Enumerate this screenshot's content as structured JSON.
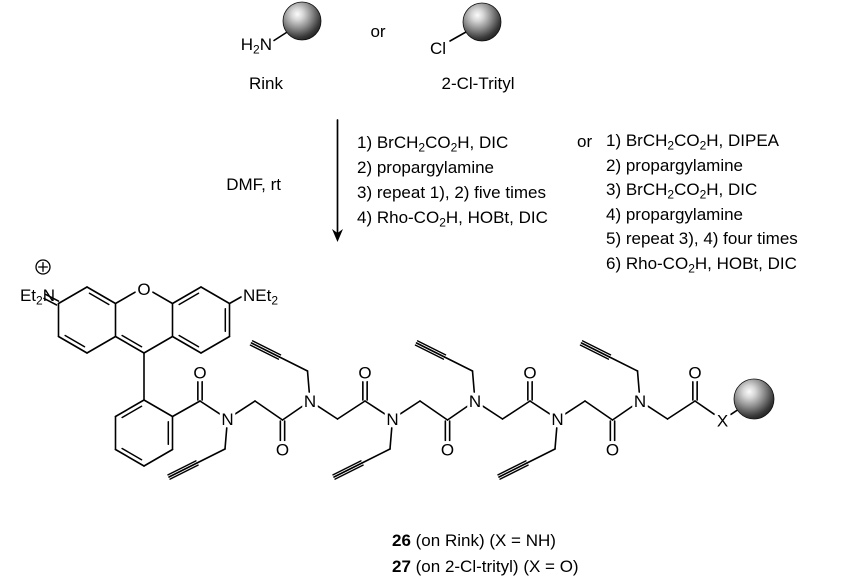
{
  "scheme": {
    "resins": {
      "h2n": [
        {
          "t": "H"
        },
        {
          "t": "2",
          "s": 1
        },
        {
          "t": "N"
        }
      ],
      "rink_label": "Rink",
      "or": "or",
      "cl": "Cl",
      "trityl_label": "2-Cl-Trityl"
    },
    "reaction": {
      "solvent": "DMF, rt",
      "or": "or",
      "route1": [
        [
          {
            "t": "1) BrCH"
          },
          {
            "t": "2",
            "s": 1
          },
          {
            "t": "CO"
          },
          {
            "t": "2",
            "s": 1
          },
          {
            "t": "H, DIC"
          }
        ],
        [
          {
            "t": "2) propargylamine"
          }
        ],
        [
          {
            "t": "3) repeat 1), 2) five times"
          }
        ],
        [
          {
            "t": "4) Rho-CO"
          },
          {
            "t": "2",
            "s": 1
          },
          {
            "t": "H, HOBt, DIC"
          }
        ]
      ],
      "route2": [
        [
          {
            "t": "1) BrCH"
          },
          {
            "t": "2",
            "s": 1
          },
          {
            "t": "CO"
          },
          {
            "t": "2",
            "s": 1
          },
          {
            "t": "H, DIPEA"
          }
        ],
        [
          {
            "t": "2) propargylamine"
          }
        ],
        [
          {
            "t": "3) BrCH"
          },
          {
            "t": "2",
            "s": 1
          },
          {
            "t": "CO"
          },
          {
            "t": "2",
            "s": 1
          },
          {
            "t": "H, DIC"
          }
        ],
        [
          {
            "t": "4) propargylamine"
          }
        ],
        [
          {
            "t": "5) repeat 3), 4) four times"
          }
        ],
        [
          {
            "t": "6) Rho-CO"
          },
          {
            "t": "2",
            "s": 1
          },
          {
            "t": "H, HOBt, DIC"
          }
        ]
      ]
    },
    "structure": {
      "atoms": {
        "n": "N",
        "o": "O",
        "x": "X"
      },
      "et2n": [
        {
          "t": "Et"
        },
        {
          "t": "2",
          "s": 1
        },
        {
          "t": "N"
        }
      ],
      "net2": [
        {
          "t": "NEt"
        },
        {
          "t": "2",
          "s": 1
        }
      ]
    },
    "products": [
      {
        "number": "26",
        "rest": " (on Rink) (X = NH)"
      },
      {
        "number": "27",
        "rest": " (on 2-Cl-trityl) (X = O)"
      }
    ]
  },
  "colors": {
    "ink": "#000000",
    "background": "#ffffff",
    "bead_light": "#fbfbfb",
    "bead_mid": "#8d8d8d",
    "bead_dark": "#141414"
  }
}
